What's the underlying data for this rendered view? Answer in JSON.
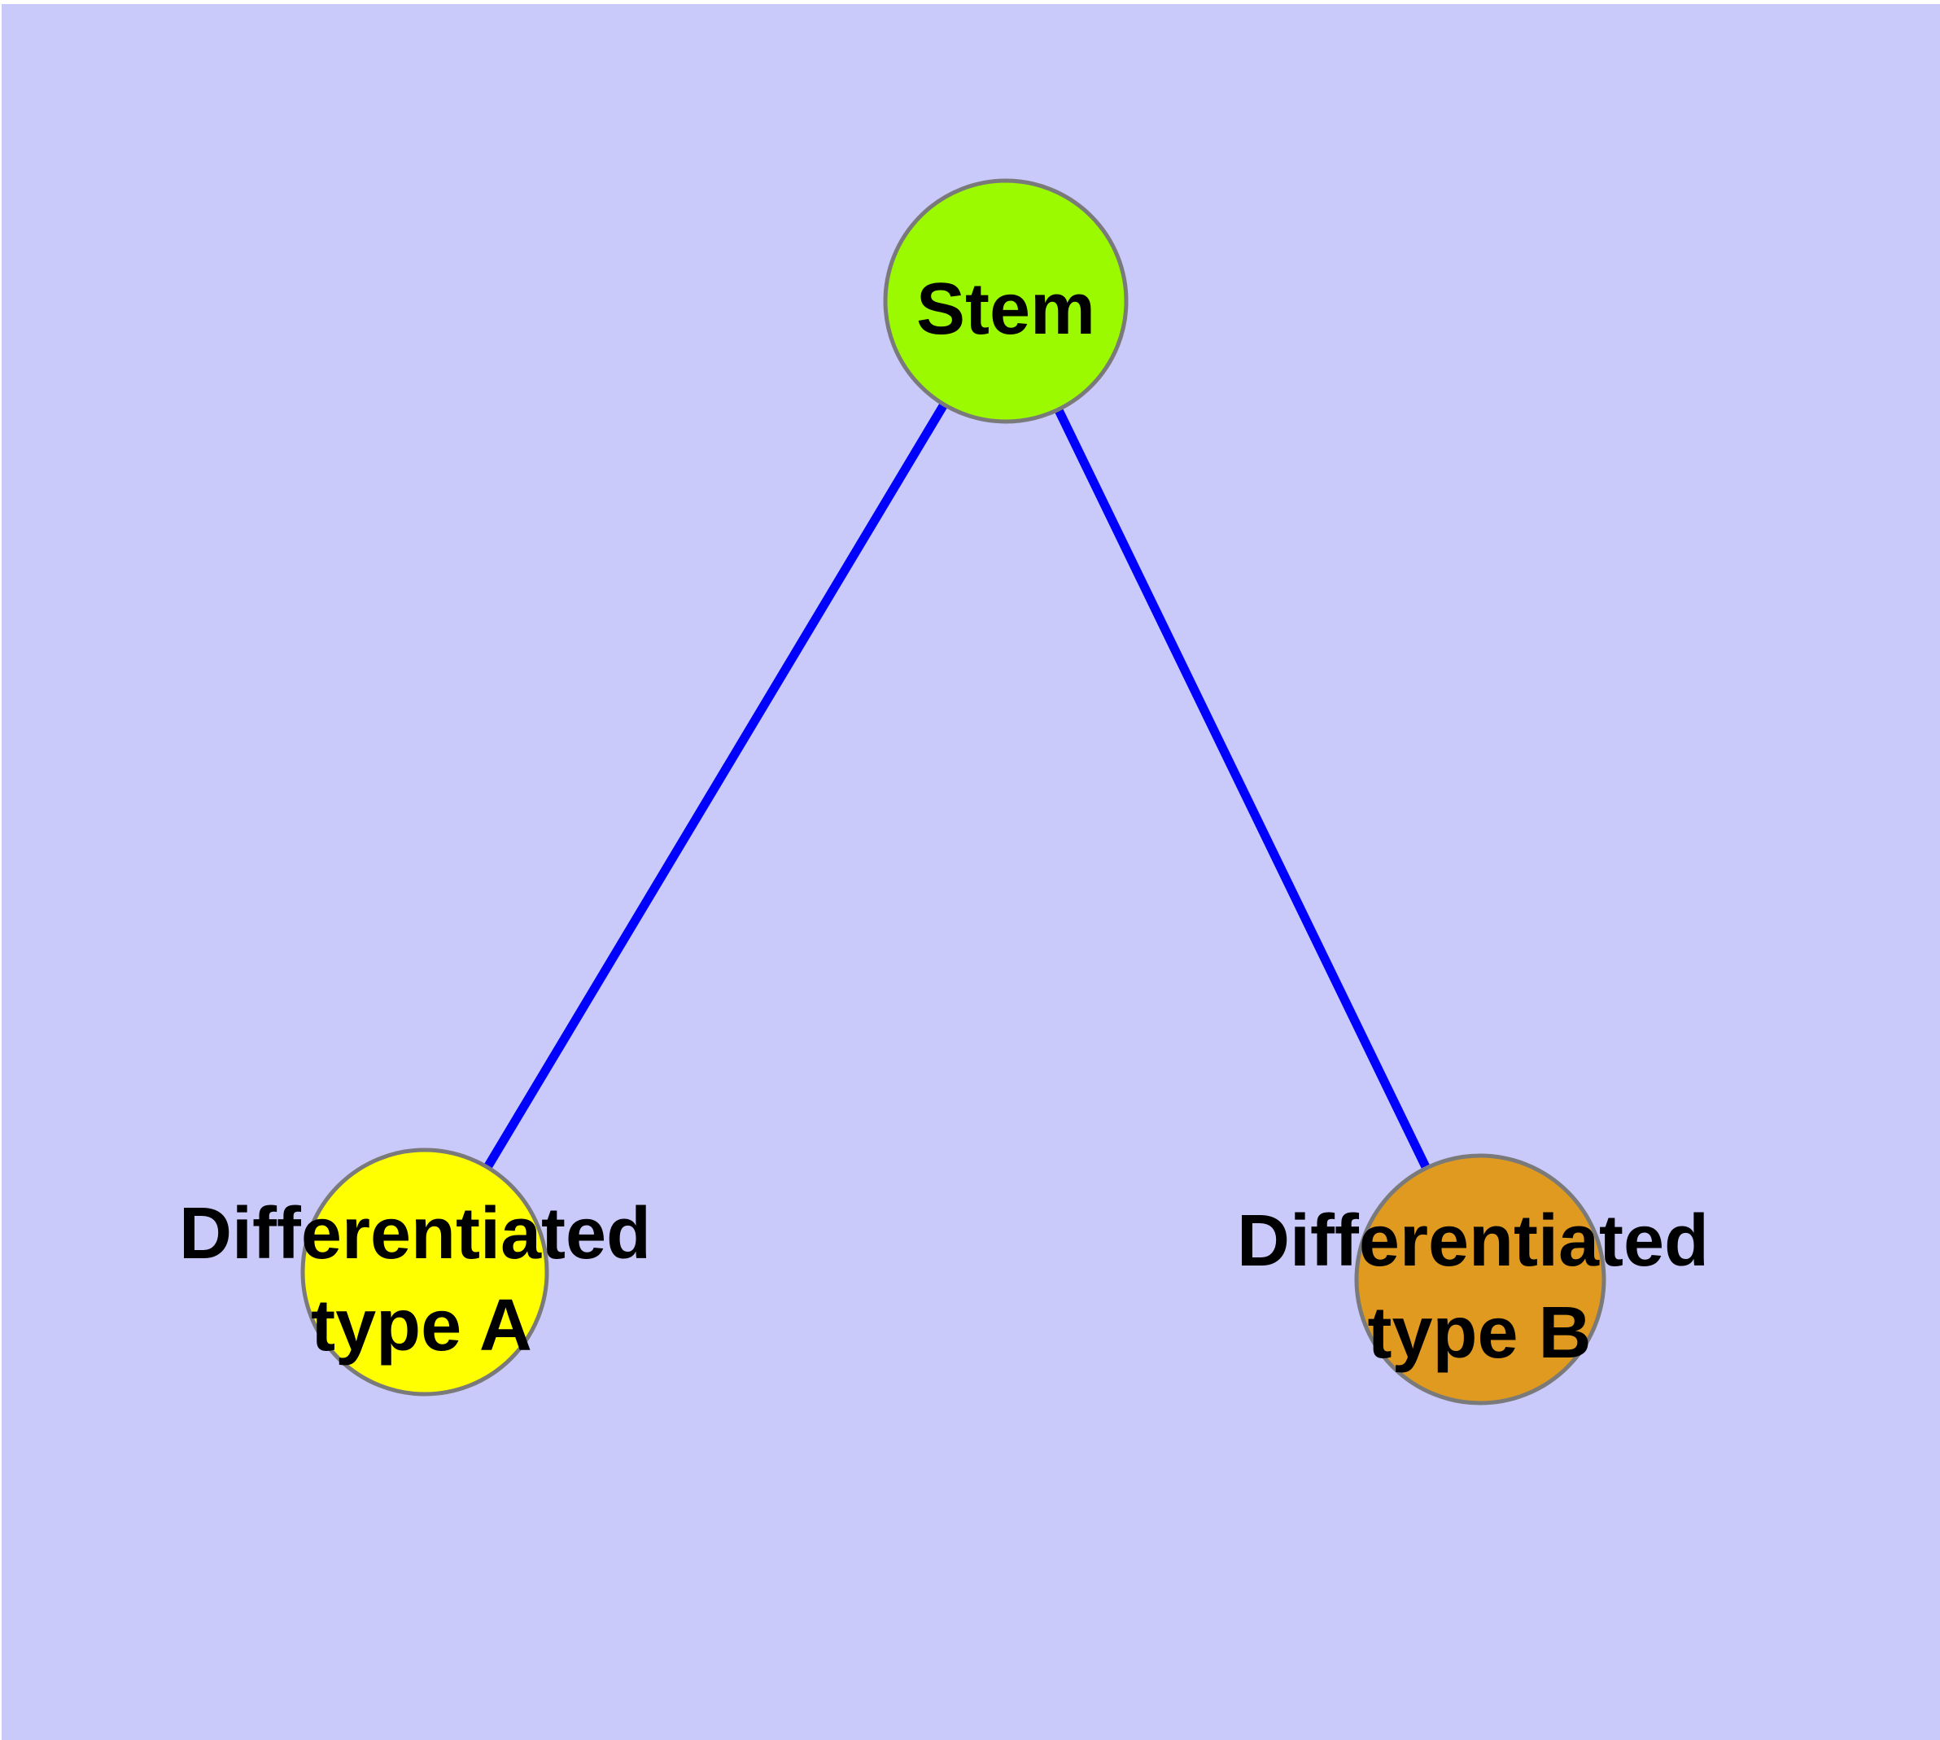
{
  "diagram": {
    "type": "node-link-graph",
    "background_color": "#C9C9FA",
    "page_margin_color": "#FFFFFF",
    "edge_color": "#0000FF",
    "node_border_color": "#7A7A7A",
    "label_color": "#000000",
    "nodes": {
      "stem": {
        "label": "Stem",
        "fill": "#9BFA00"
      },
      "type_a": {
        "line1": "Differentiated",
        "line2": "type A",
        "fill": "#FFFF00"
      },
      "type_b": {
        "line1": "Differentiated",
        "line2": "type B",
        "fill": "#E09A20"
      }
    },
    "edges": [
      {
        "from": "Stem",
        "to": "Differentiated type A"
      },
      {
        "from": "Stem",
        "to": "Differentiated type B"
      }
    ]
  }
}
